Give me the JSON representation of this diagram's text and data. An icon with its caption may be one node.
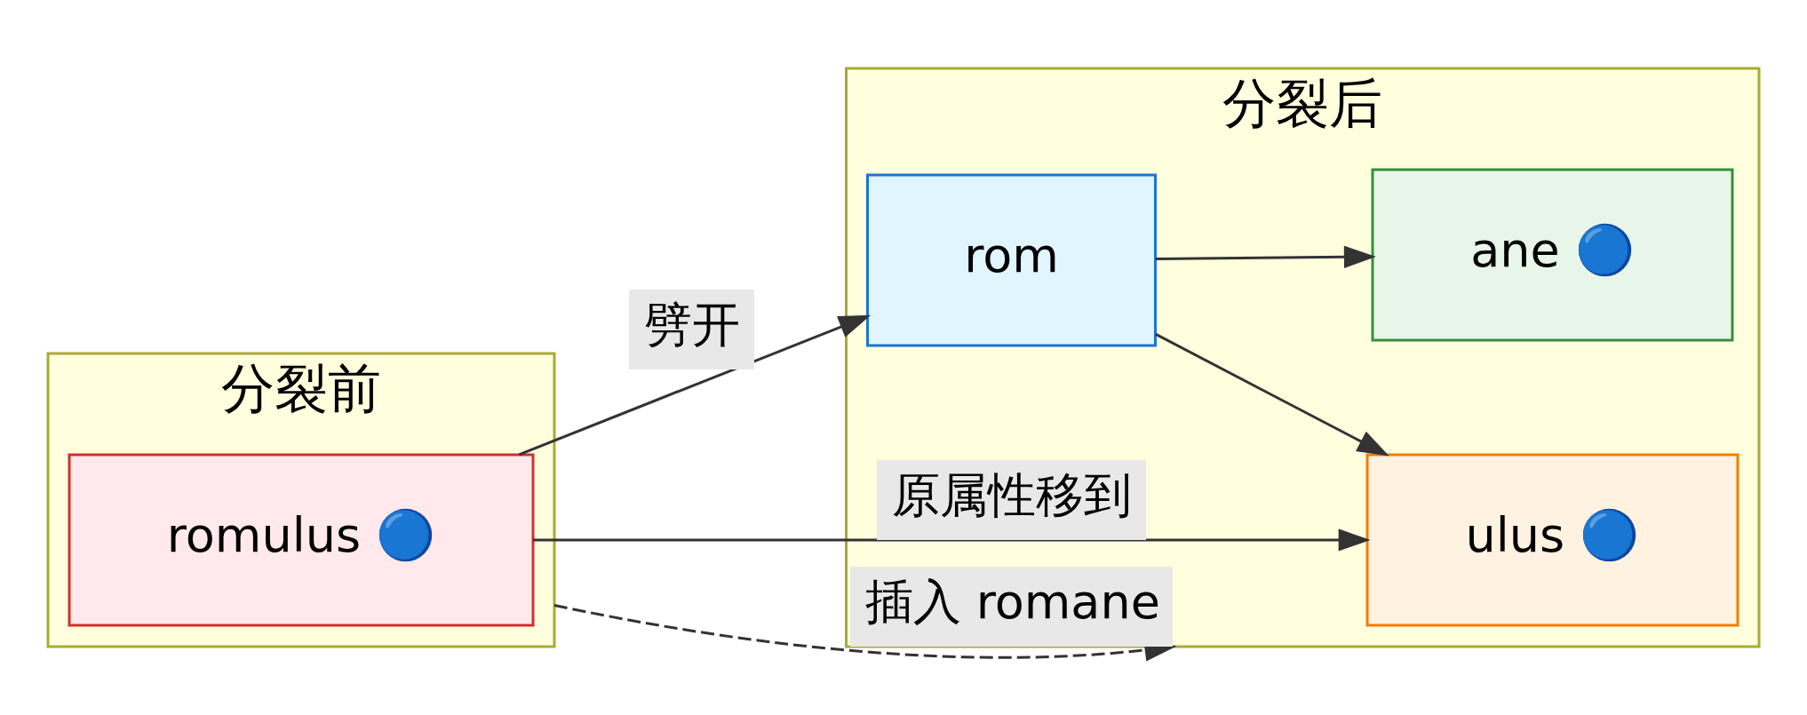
{
  "diagram": {
    "nodes": [
      {
        "text": [
          "分裂前"
        ]
      },
      {
        "text": [
          "romulus 🔵"
        ],
        "in": 0
      },
      {
        "text": [
          "分裂后"
        ]
      },
      {
        "text": [
          "ulus 🔵"
        ],
        "in": 2
      },
      {
        "text": [
          "rom"
        ],
        "in": 2
      },
      {
        "text": [
          "ane 🔵"
        ],
        "in": 2
      }
    ],
    "edges": [
      {
        "from": 1,
        "to": 3,
        "arrow": "to",
        "label": "原属性移到"
      },
      {
        "from": 1,
        "to": 4,
        "arrow": "to",
        "label": "劈开"
      },
      {
        "from": 0,
        "to": 2,
        "arrow": "to",
        "label": "插入 romane",
        "style": "dashed"
      },
      {
        "from": 4,
        "to": 3,
        "arrow": "to"
      },
      {
        "from": 4,
        "to": 5,
        "arrow": "to"
      }
    ]
  }
}
